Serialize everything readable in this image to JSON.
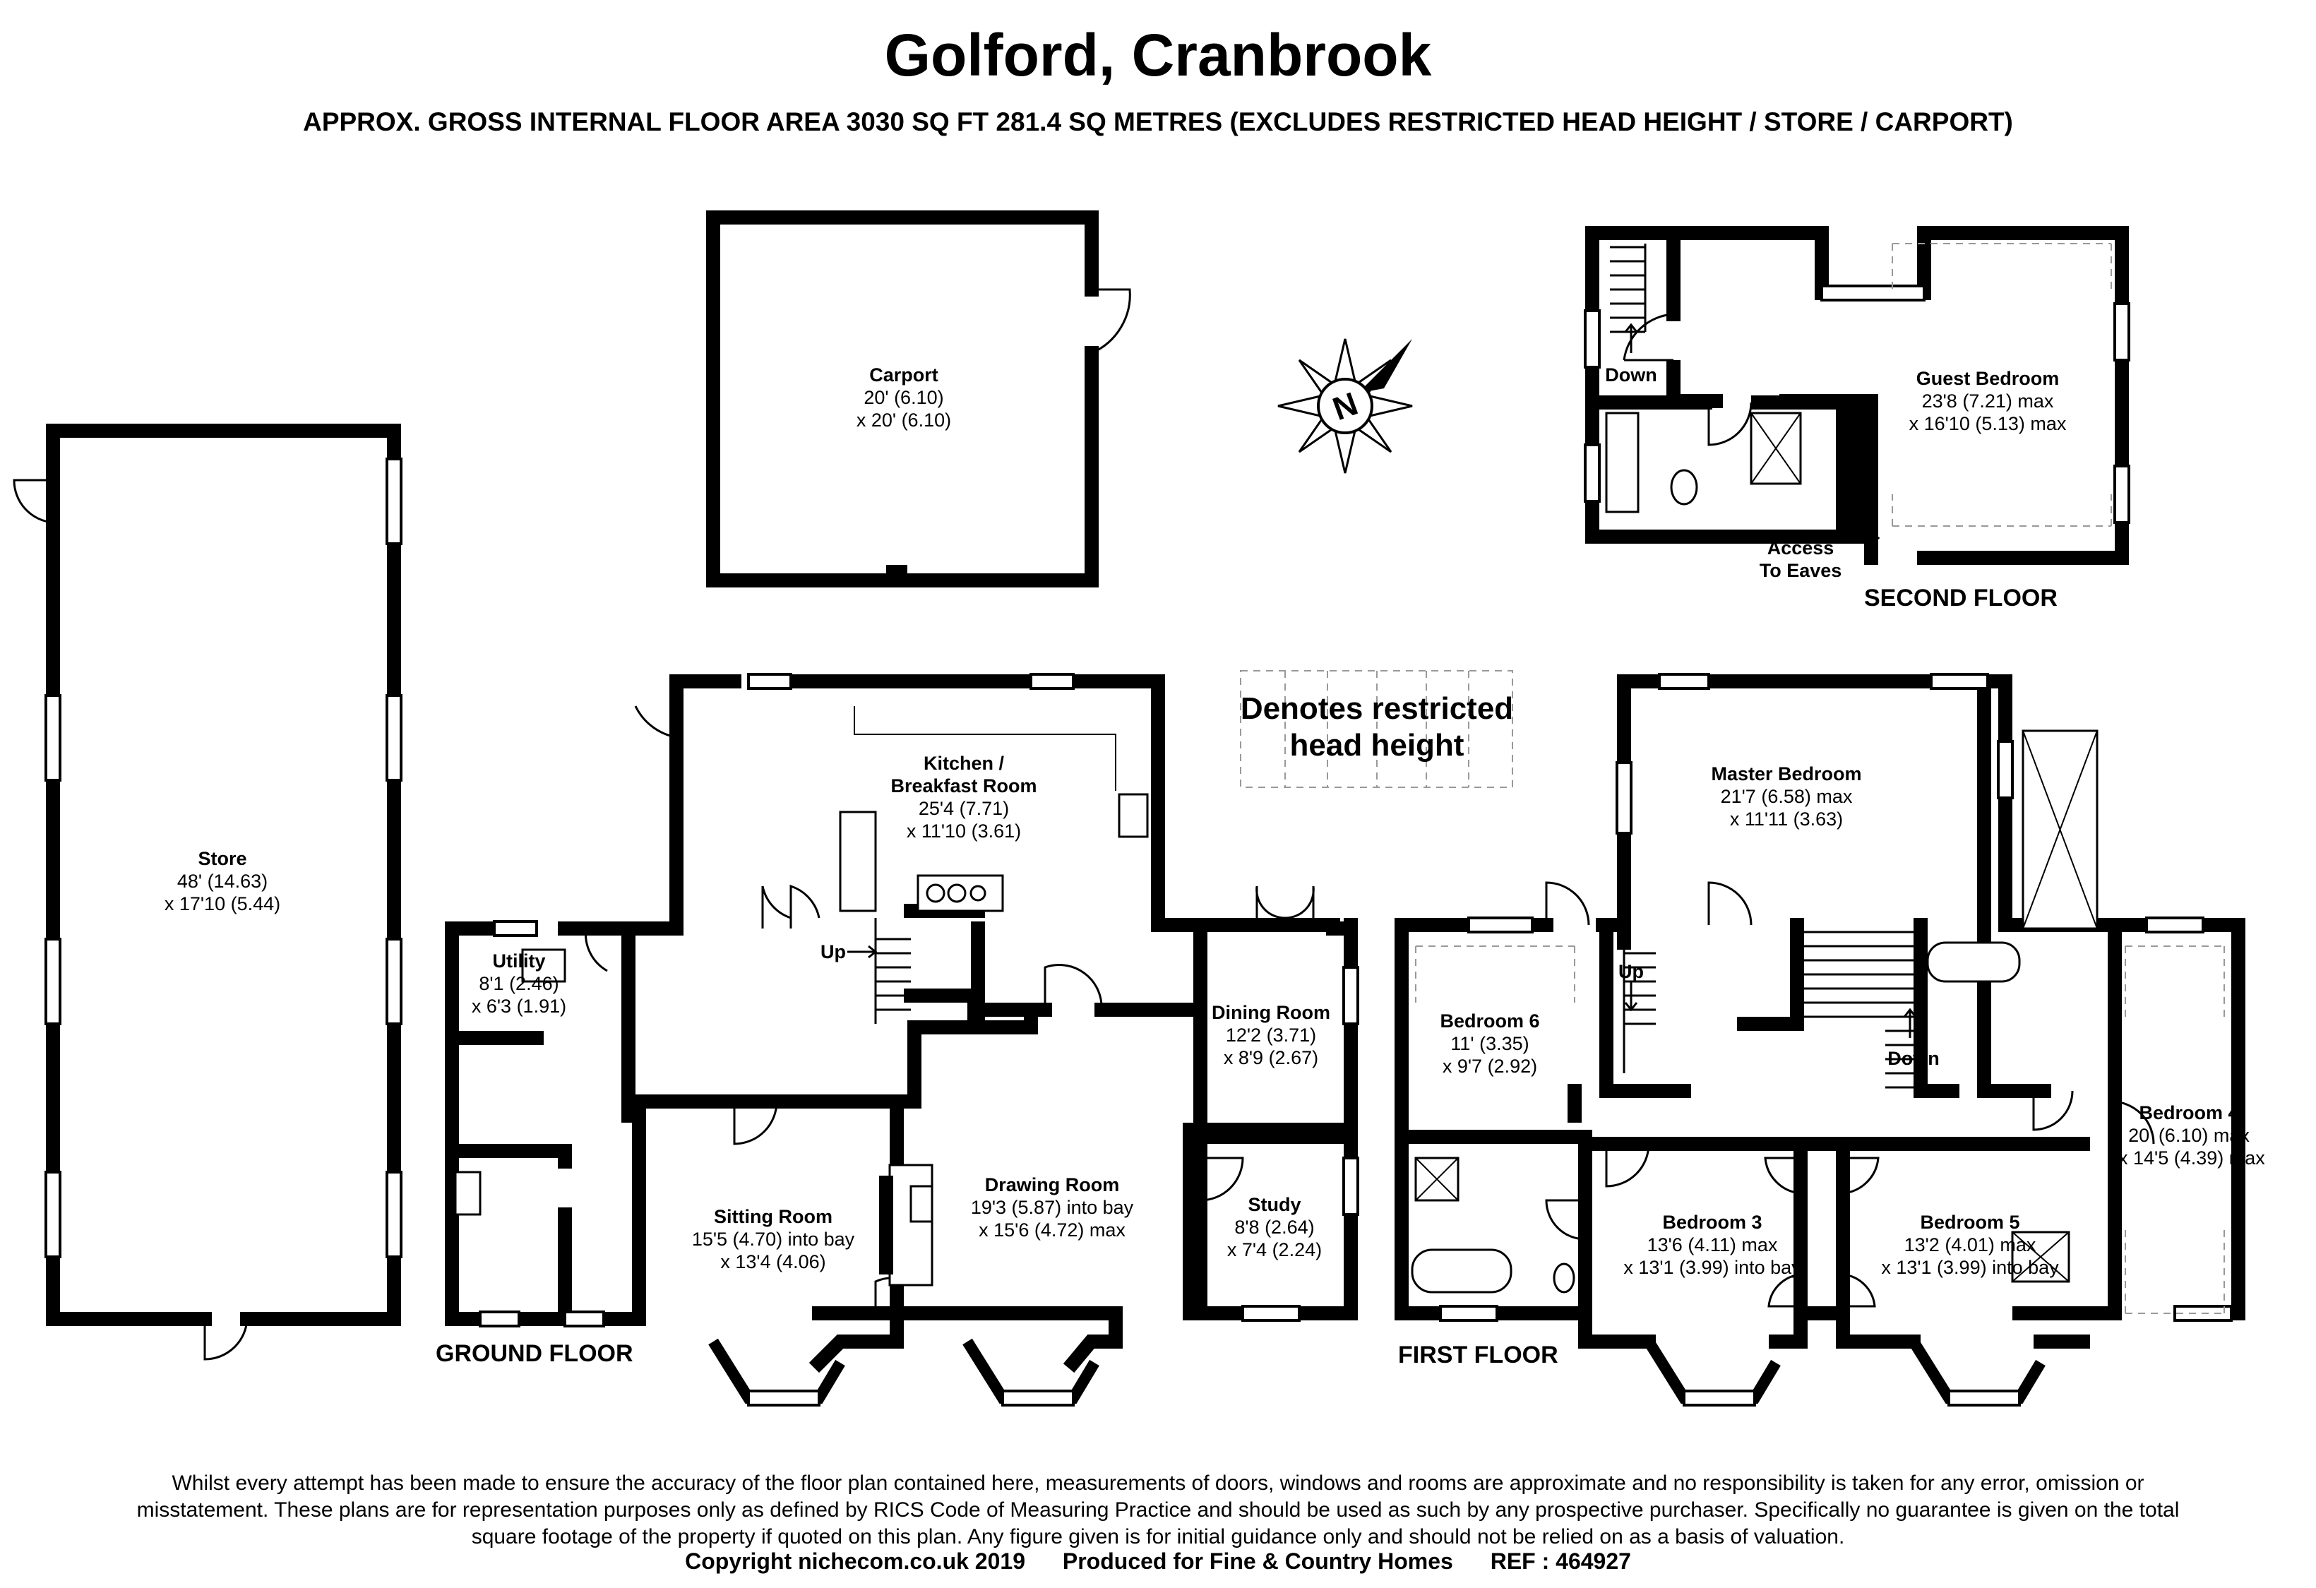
{
  "header": {
    "title": "Golford, Cranbrook",
    "subtitle": "APPROX. GROSS INTERNAL FLOOR AREA 3030 SQ FT 281.4 SQ METRES (EXCLUDES RESTRICTED HEAD HEIGHT / STORE / CARPORT)"
  },
  "legend": {
    "text": "Denotes restricted head height"
  },
  "compass": {
    "letter": "N"
  },
  "floors": {
    "ground": "GROUND FLOOR",
    "first": "FIRST FLOOR",
    "second": "SECOND FLOOR"
  },
  "rooms": {
    "carport": {
      "name": "Carport",
      "dim1": "20' (6.10)",
      "dim2": "x 20' (6.10)"
    },
    "store": {
      "name": "Store",
      "dim1": "48' (14.63)",
      "dim2": "x 17'10 (5.44)"
    },
    "kitchen": {
      "name1": "Kitchen /",
      "name2": "Breakfast Room",
      "dim1": "25'4 (7.71)",
      "dim2": "x 11'10 (3.61)"
    },
    "utility": {
      "name": "Utility",
      "dim1": "8'1 (2.46)",
      "dim2": "x 6'3 (1.91)"
    },
    "dining": {
      "name": "Dining Room",
      "dim1": "12'2 (3.71)",
      "dim2": "x 8'9 (2.67)"
    },
    "sitting": {
      "name": "Sitting Room",
      "dim1": "15'5 (4.70) into bay",
      "dim2": "x 13'4 (4.06)"
    },
    "drawing": {
      "name": "Drawing Room",
      "dim1": "19'3 (5.87) into bay",
      "dim2": "x 15'6 (4.72) max"
    },
    "study": {
      "name": "Study",
      "dim1": "8'8 (2.64)",
      "dim2": "x 7'4 (2.24)"
    },
    "master": {
      "name": "Master Bedroom",
      "dim1": "21'7 (6.58) max",
      "dim2": "x 11'11 (3.63)"
    },
    "bed6": {
      "name": "Bedroom 6",
      "dim1": "11' (3.35)",
      "dim2": "x 9'7 (2.92)"
    },
    "bed3": {
      "name": "Bedroom 3",
      "dim1": "13'6 (4.11) max",
      "dim2": "x 13'1 (3.99) into bay"
    },
    "bed5": {
      "name": "Bedroom 5",
      "dim1": "13'2 (4.01) max",
      "dim2": "x 13'1 (3.99) into bay"
    },
    "bed4": {
      "name": "Bedroom 4",
      "dim1": "20' (6.10) max",
      "dim2": "x 14'5 (4.39) max"
    },
    "guest": {
      "name": "Guest Bedroom",
      "dim1": "23'8 (7.21) max",
      "dim2": "x 16'10 (5.13) max"
    }
  },
  "notes": {
    "up_ground": "Up",
    "up_first": "Up",
    "down_first": "Down",
    "down_second": "Down",
    "eaves1": "Access",
    "eaves2": "To Eaves"
  },
  "footer": {
    "disclaimer": "Whilst every attempt has been made to ensure the accuracy of the floor plan contained here, measurements of doors, windows and rooms are approximate and no responsibility is taken for any error, omission or misstatement. These plans are for representation purposes only as defined by RICS Code of Measuring Practice and should be used as such by any prospective purchaser. Specifically no guarantee is given on the total square footage of the property if quoted on this plan. Any figure given is for initial guidance only and should not be relied on as a basis of valuation.",
    "copyright": "Copyright nichecom.co.uk 2019",
    "produced": "Produced for Fine & Country Homes",
    "ref": "REF : 464927"
  }
}
